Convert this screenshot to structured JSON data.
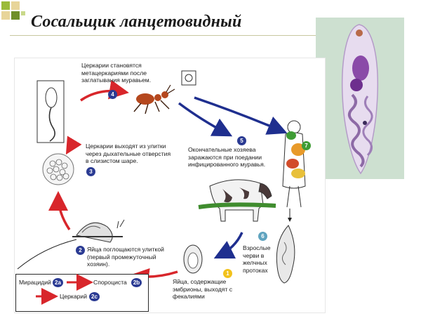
{
  "slide": {
    "title": "Сосальщик ланцетовидный"
  },
  "steps": [
    {
      "num": "1",
      "text": "Яйца, содержащие\nэмбрионы, выходят с\nфекалиями"
    },
    {
      "num": "2",
      "text": "Яйца поглощаются улиткой\n(первый промежуточный\nхозяин)."
    },
    {
      "num": "3",
      "text": "Церкарии выходят из улитки\nчерез дыхательные отверстия\nв слизистом шаре."
    },
    {
      "num": "4",
      "text": "Церкарии становятся\nметацеркариями после\nзаглатывания муравьем."
    },
    {
      "num": "5",
      "text": "Окончательные хозяева\nзаражаются при поедании\nинфицированного муравья."
    },
    {
      "num": "6",
      "text": "Взрослые\nчерви в\nжелчных\nпротоках"
    },
    {
      "num": "7",
      "text": ""
    }
  ],
  "legend": {
    "miracidium": "Мирацидий",
    "miracidium_code": "2a",
    "sporocyst": "Спороциста",
    "sporocyst_code": "2b",
    "cercaria": "Церкарий",
    "cercaria_code": "2c"
  },
  "colors": {
    "red_arrow": "#d8262b",
    "blue_arrow": "#1f2f8f",
    "badge_blue": "#2b3b93",
    "badge_yellow": "#f2c21c",
    "badge_green": "#3f9c35",
    "badge_teal": "#5fa3bf"
  }
}
